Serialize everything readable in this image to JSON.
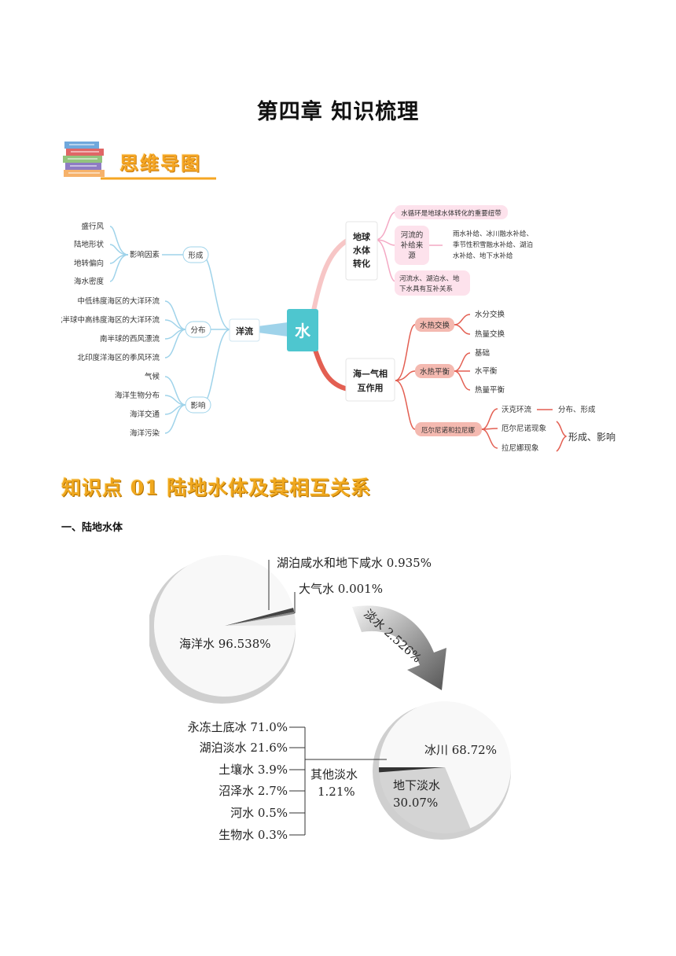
{
  "page": {
    "title": "第四章    知识梳理"
  },
  "mind_map": {
    "header": "思维导图",
    "center": "水",
    "ocean_current": {
      "label": "洋流",
      "formation": {
        "label": "形成",
        "factor_label": "影响因素",
        "items": [
          "盛行风",
          "陆地形状",
          "地转偏向",
          "海水密度"
        ]
      },
      "distribution": {
        "label": "分布",
        "items": [
          "中低纬度海区的大洋环流",
          "北半球中高纬度海区的大洋环流",
          "南半球的西风漂流",
          "北印度洋海区的季风环流"
        ]
      },
      "influence": {
        "label": "影响",
        "items": [
          "气候",
          "海洋生物分布",
          "海洋交通",
          "海洋污染"
        ]
      }
    },
    "earth_water": {
      "label_lines": [
        "地球",
        "水体",
        "转化"
      ],
      "cycle": "水循环是地球水体转化的重要纽带",
      "river_supply": {
        "label_lines": [
          "河流的",
          "补给来",
          "源"
        ],
        "detail_lines": [
          "雨水补给、冰川融水补给、",
          "季节性积雪融水补给、湖泊",
          "水补给、地下水补给"
        ]
      },
      "mutual_lines": [
        "河流水、湖泊水、地",
        "下水具有互补关系"
      ]
    },
    "sea_air": {
      "label_lines": [
        "海—气相",
        "互作用"
      ],
      "water_heat_exchange": {
        "label": "水热交换",
        "items": [
          "水分交换",
          "热量交换"
        ]
      },
      "water_heat_balance": {
        "label": "水热平衡",
        "items": [
          "基础",
          "水平衡",
          "热量平衡"
        ]
      },
      "enso": {
        "label": "厄尔尼诺和拉尼娜",
        "walker": "沃克环流",
        "walker_detail": "分布、形成",
        "el_nino": "厄尔尼诺现象",
        "la_nina": "拉尼娜现象",
        "effect": "形成、影响"
      }
    }
  },
  "knowledge_point": {
    "heading": "知识点 01  陆地水体及其相互关系"
  },
  "section": {
    "heading": "一、陆地水体"
  },
  "chart_data": [
    {
      "type": "pie",
      "title": "",
      "slices": [
        {
          "name": "海洋水",
          "value": 96.538,
          "label": "海洋水 96.538%"
        },
        {
          "name": "湖泊咸水和地下咸水",
          "value": 0.935,
          "label": "湖泊咸水和地下咸水 0.935%"
        },
        {
          "name": "大气水",
          "value": 0.001,
          "label": "大气水 0.001%"
        },
        {
          "name": "淡水",
          "value": 2.526,
          "label": "淡水 2.526%"
        }
      ]
    },
    {
      "type": "pie",
      "title": "",
      "slices": [
        {
          "name": "冰川",
          "value": 68.72,
          "label": "冰川 68.72%"
        },
        {
          "name": "地下淡水",
          "value": 30.07,
          "label_lines": [
            "地下淡水",
            "30.07%"
          ]
        },
        {
          "name": "其他淡水",
          "value": 1.21,
          "label_lines": [
            "其他淡水",
            "1.21%"
          ]
        }
      ],
      "other_breakdown": [
        {
          "name": "永冻土底冰",
          "value": 71.0,
          "label": "永冻土底冰 71.0%"
        },
        {
          "name": "湖泊淡水",
          "value": 21.6,
          "label": "湖泊淡水 21.6%"
        },
        {
          "name": "土壤水",
          "value": 3.9,
          "label": "土壤水 3.9%"
        },
        {
          "name": "沼泽水",
          "value": 2.7,
          "label": "沼泽水 2.7%"
        },
        {
          "name": "河水",
          "value": 0.5,
          "label": "河水 0.5%"
        },
        {
          "name": "生物水",
          "value": 0.3,
          "label": "生物水 0.3%"
        }
      ]
    }
  ]
}
